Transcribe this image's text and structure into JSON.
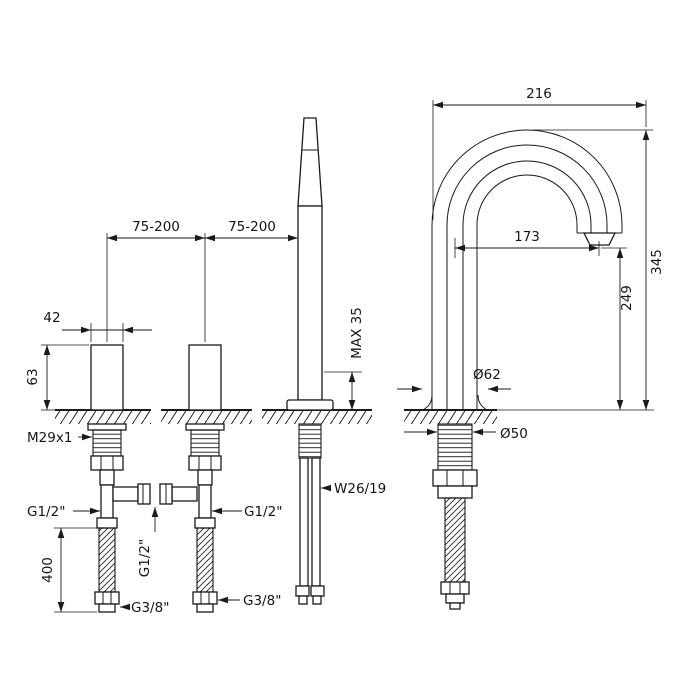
{
  "drawing": {
    "line_color": "#1a1a1a",
    "dims": {
      "spacing_left": "75-200",
      "spacing_right": "75-200",
      "handle_width": "42",
      "handle_height": "63",
      "max_deck_thickness": "MAX 35",
      "valve_thread": "M29x1",
      "g12_left": "G1/2\"",
      "g12_right": "G1/2\"",
      "g12_vertical": "G1/2\"",
      "hose_length": "400",
      "g38_left": "G3/8\"",
      "g38_right": "G3/8\"",
      "spout_shank_thread": "W26/19",
      "reach_overall": "216",
      "reach_outlet": "173",
      "height_overall": "345",
      "height_outlet": "249",
      "base_diameter": "Ø62",
      "shank_diameter": "Ø50"
    }
  }
}
